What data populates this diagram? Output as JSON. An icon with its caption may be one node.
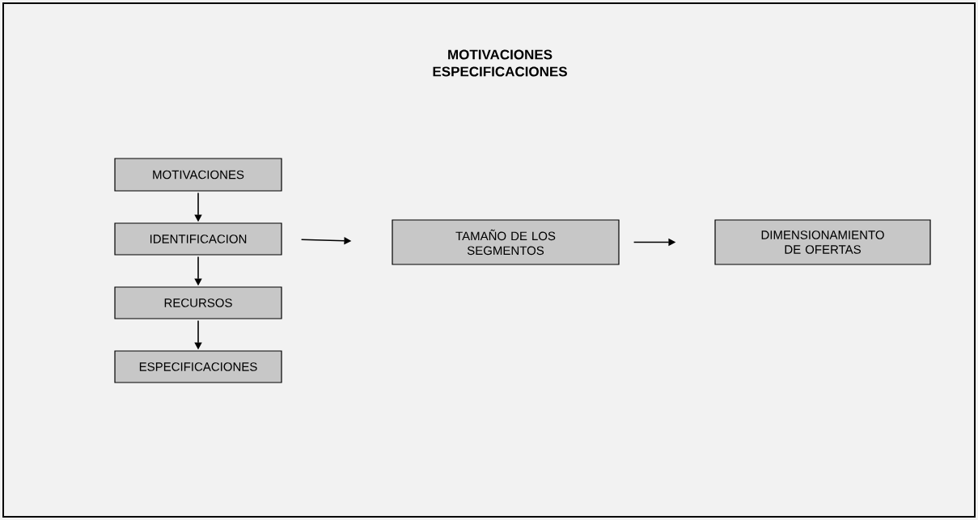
{
  "diagram": {
    "title": "MOTIVACIONES ESPECIFICACIONES",
    "nodes": [
      {
        "text": [
          "MOTIVACIONES"
        ]
      },
      {
        "text": [
          "IDENTIFICACION"
        ]
      },
      {
        "text": [
          "RECURSOS"
        ]
      },
      {
        "text": [
          "ESPECIFICACIONES"
        ]
      },
      {
        "text": [
          "TAMAÑO DE LOS SEGMENTOS"
        ]
      },
      {
        "text": [
          "DIMENSIONAMIENTO DE OFERTAS"
        ]
      }
    ],
    "edges": [
      {
        "from": 0,
        "to": 1,
        "arrow": "to"
      },
      {
        "from": 1,
        "to": 2,
        "arrow": "to"
      },
      {
        "from": 2,
        "to": 3,
        "arrow": "to"
      },
      {
        "from": 1,
        "to": 4,
        "arrow": "to"
      },
      {
        "from": 4,
        "to": 5,
        "arrow": "to"
      }
    ]
  }
}
